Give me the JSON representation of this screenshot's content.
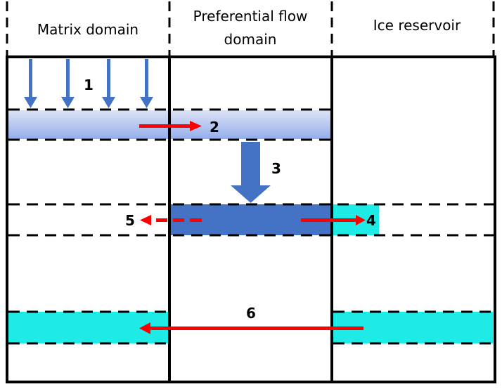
{
  "columns": [
    {
      "id": "matrix",
      "label_lines": [
        "Matrix domain"
      ]
    },
    {
      "id": "preferential",
      "label_lines": [
        "Preferential flow",
        "domain"
      ]
    },
    {
      "id": "ice",
      "label_lines": [
        "Ice reservoir"
      ]
    }
  ],
  "process_labels": {
    "p1": "1",
    "p2": "2",
    "p3": "3",
    "p4": "4",
    "p5": "5",
    "p6": "6"
  },
  "colors": {
    "infiltration_arrow": "#4472C4",
    "wetting_front_top": "#DCE3F5",
    "wetting_front_bottom": "#94ADEB",
    "preferential_water": "#4472C4",
    "ice": "#1EEBE6",
    "exchange_arrow": "#FF0000",
    "lines": "#000000"
  }
}
